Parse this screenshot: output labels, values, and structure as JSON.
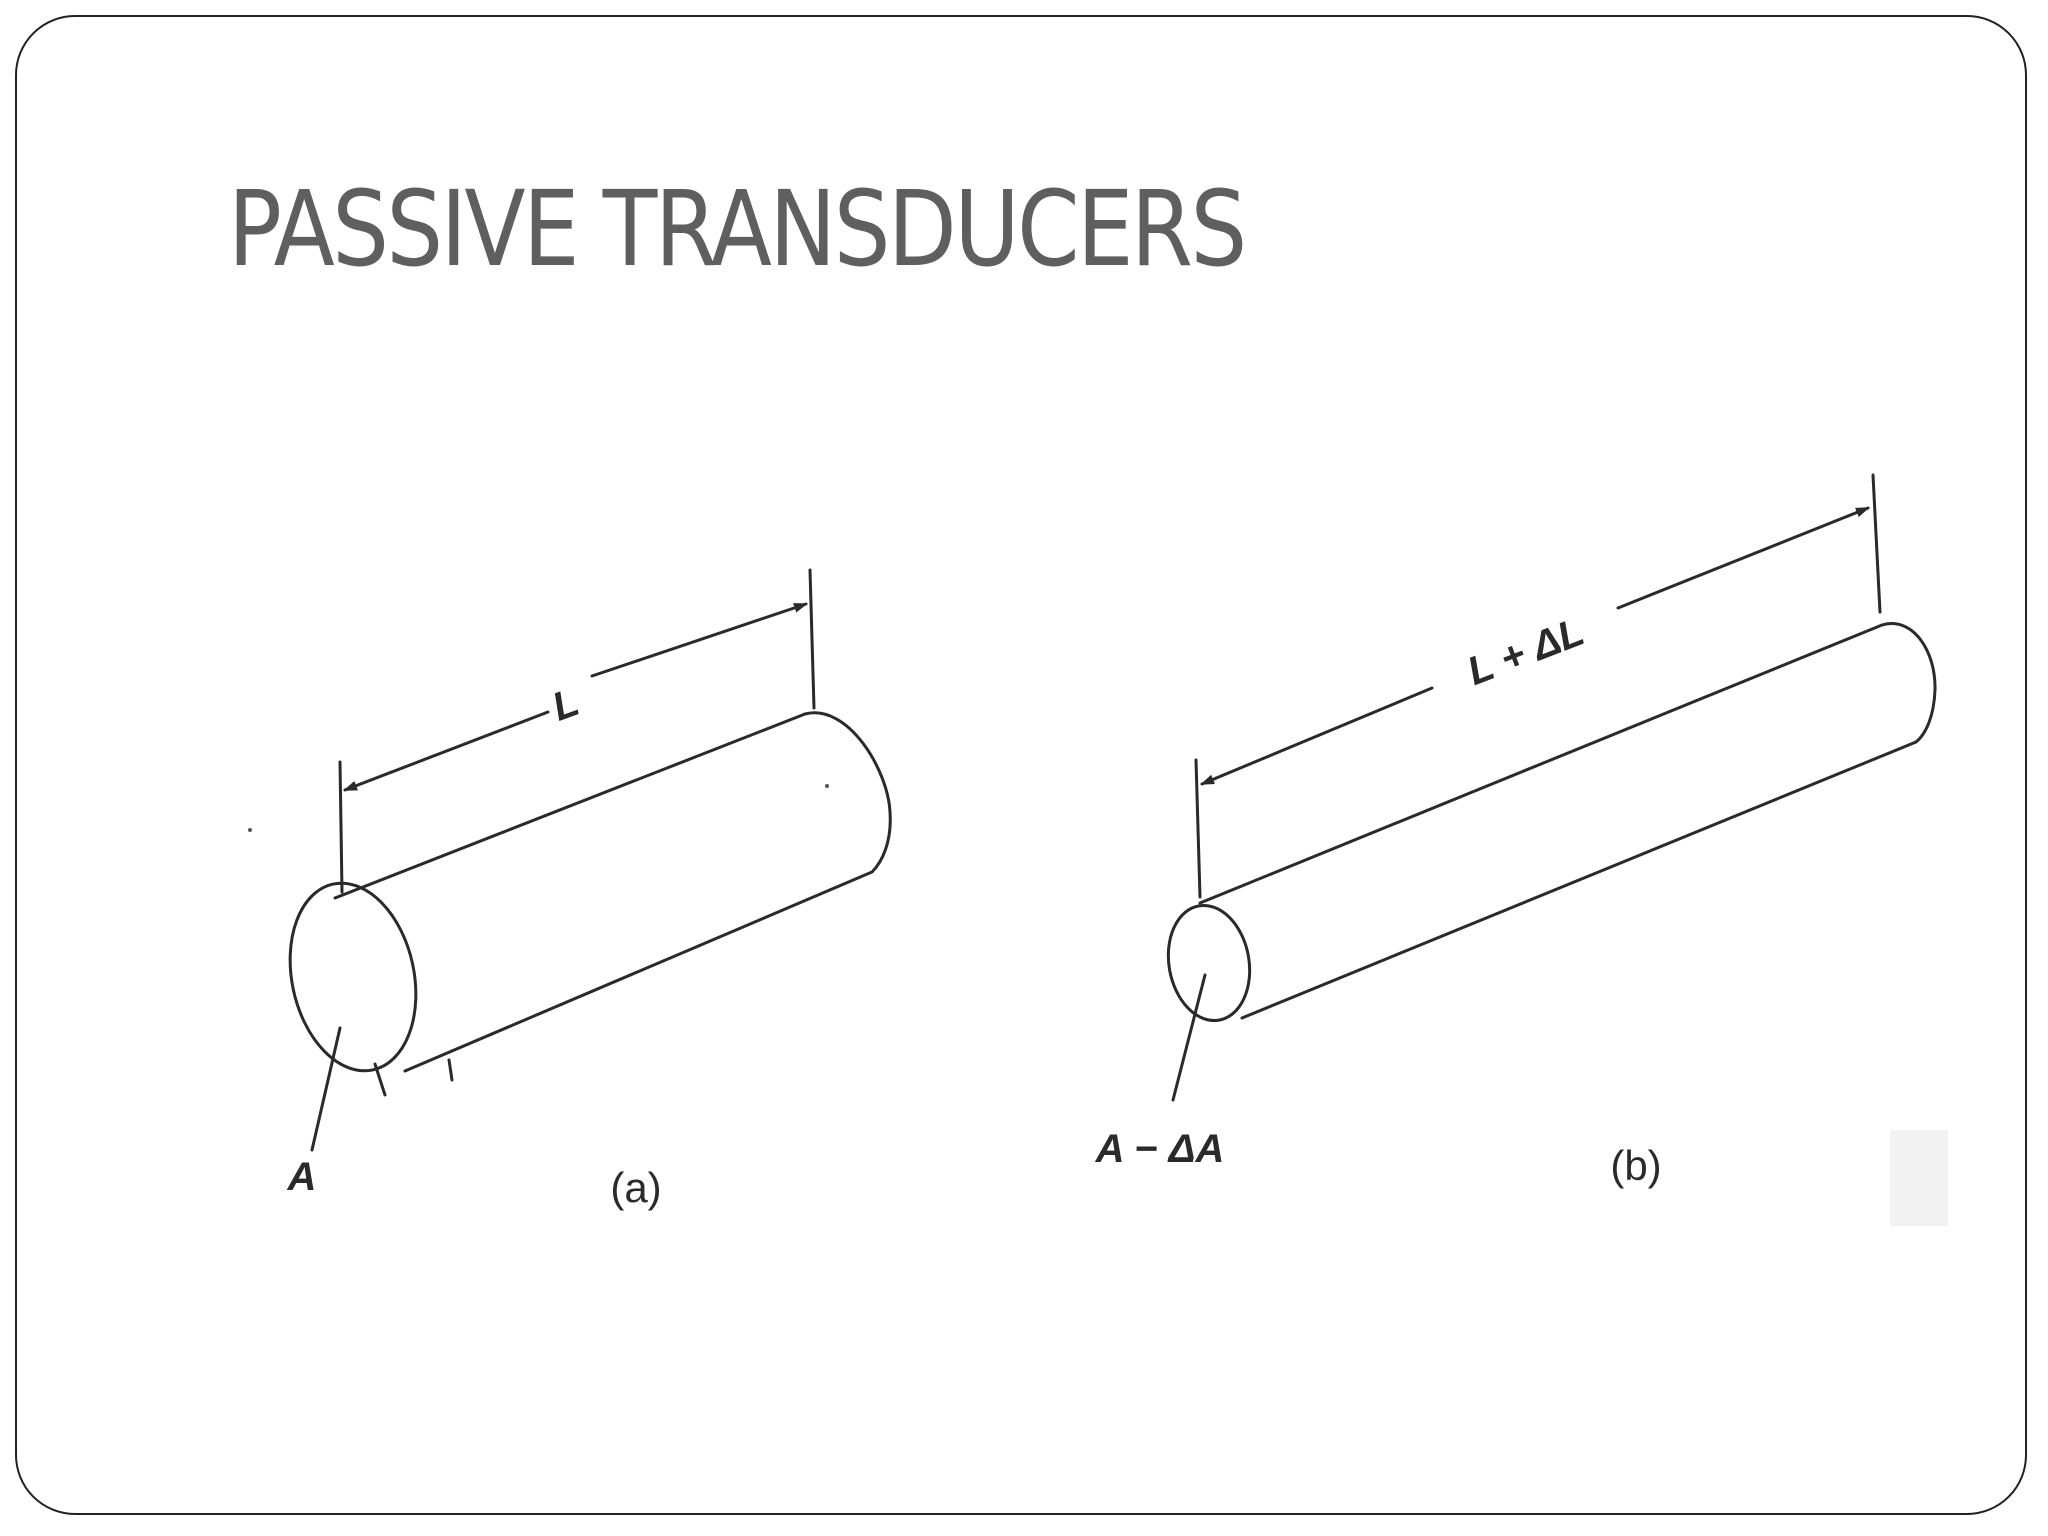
{
  "slide": {
    "title": "PASSIVE TRANSDUCERS"
  },
  "figure_a": {
    "length_label": "L",
    "area_label": "A",
    "caption": "(a)"
  },
  "figure_b": {
    "length_label": "L + ΔL",
    "area_label": "A − ΔA",
    "caption": "(b)"
  },
  "colors": {
    "title": "#5f5f5f",
    "line": "#2a2a2a",
    "frame": "#222222"
  }
}
